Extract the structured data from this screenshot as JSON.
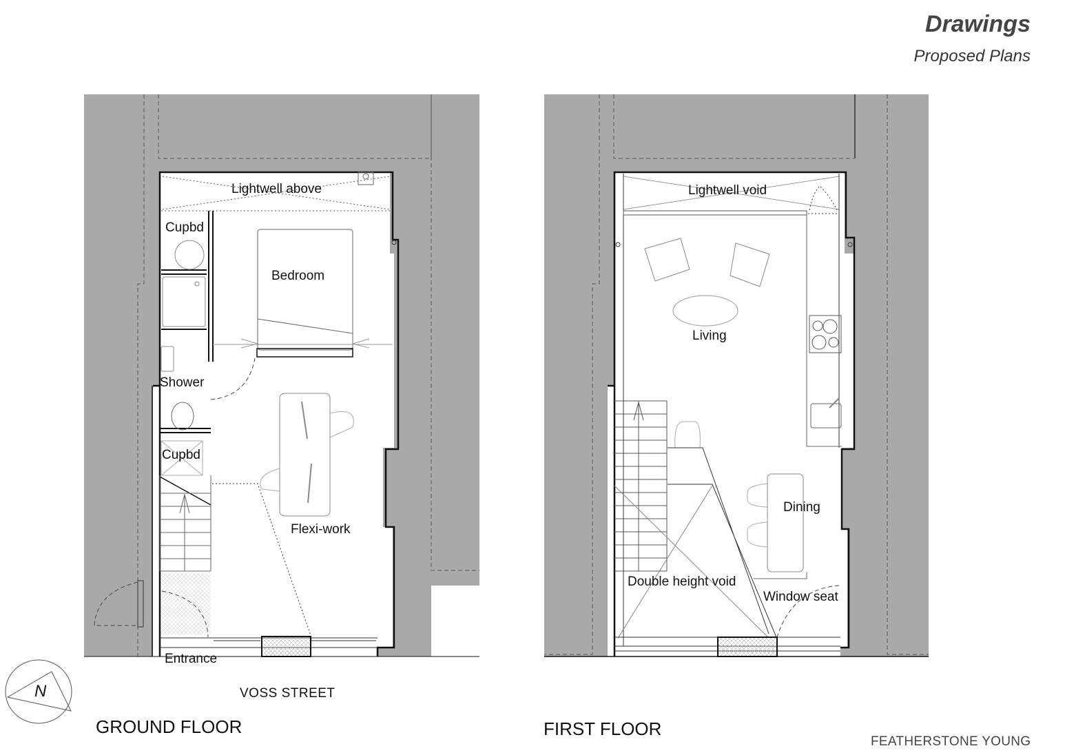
{
  "header": {
    "title": "Drawings",
    "subtitle": "Proposed Plans"
  },
  "colors": {
    "party_wall_fill": "#a9a9a9",
    "wall_line": "#111111",
    "fixture_line": "#888888",
    "background": "#ffffff"
  },
  "ground_floor": {
    "label": "GROUND FLOOR",
    "street": "VOSS STREET",
    "rooms": [
      {
        "name": "Lightwell above"
      },
      {
        "name": "Cupbd"
      },
      {
        "name": "Bedroom"
      },
      {
        "name": "Shower"
      },
      {
        "name": "Cupbd"
      },
      {
        "name": "Flexi-work"
      },
      {
        "name": "Entrance"
      }
    ]
  },
  "first_floor": {
    "label": "FIRST FLOOR",
    "rooms": [
      {
        "name": "Lightwell void"
      },
      {
        "name": "Living"
      },
      {
        "name": "Dining"
      },
      {
        "name": "Double height void"
      },
      {
        "name": "Window seat"
      }
    ]
  },
  "north_arrow": {
    "label": "N"
  },
  "credit": "FEATHERSTONE YOUNG"
}
